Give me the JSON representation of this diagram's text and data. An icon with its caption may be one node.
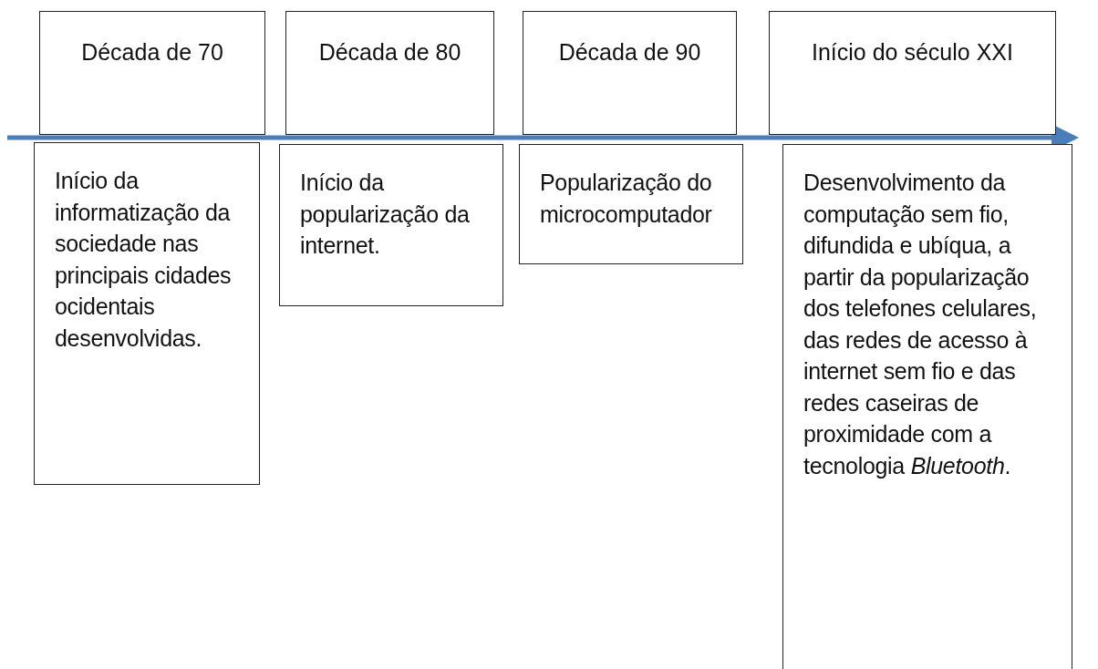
{
  "diagram": {
    "nodes": [
      {
        "text": [
          "Década de 70"
        ]
      },
      {
        "text": [
          "Década de 80"
        ]
      },
      {
        "text": [
          "Década de 90"
        ]
      },
      {
        "text": [
          "Início do século XXI"
        ]
      },
      {
        "text": [
          "Início da informatização da sociedade nas principais cidades ocidentais desenvolvidas."
        ]
      },
      {
        "text": [
          "Início da popularização da internet."
        ]
      },
      {
        "text": [
          "Popularização do microcomputador"
        ]
      },
      {
        "text": [
          "Desenvolvimento da computação sem fio, difundida e ubíqua, a partir da popularização dos telefones celulares, das redes de acesso à internet sem fio e das redes caseiras de proximidade com a tecnologia *Bluetooth*."
        ]
      }
    ]
  }
}
